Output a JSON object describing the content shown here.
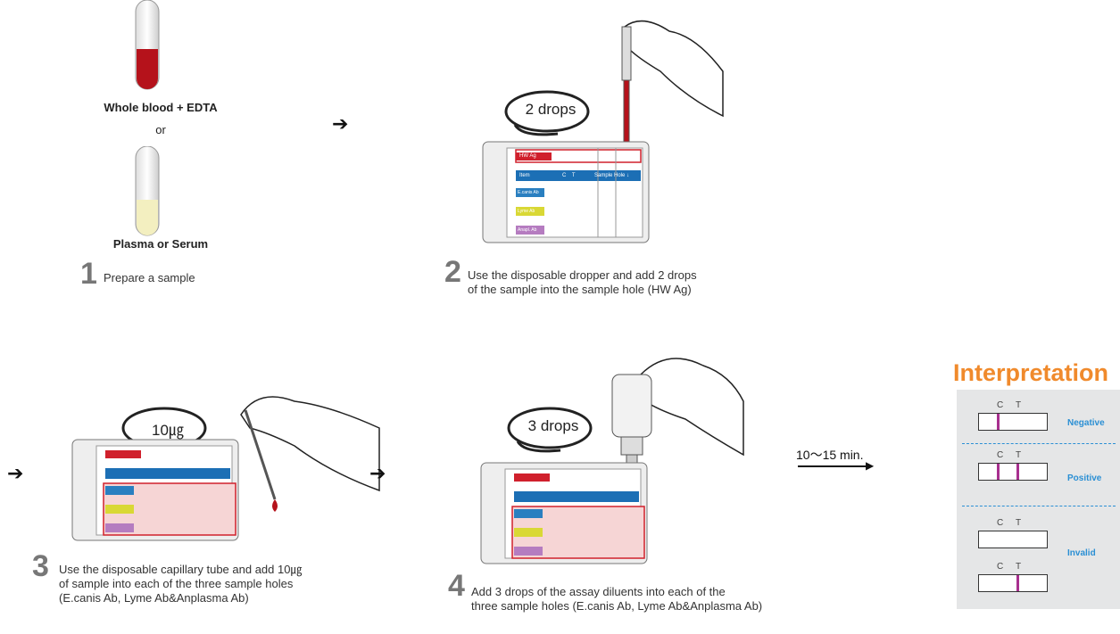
{
  "step1": {
    "tube1_label": "Whole blood + EDTA",
    "or_text": "or",
    "tube2_label": "Plasma or Serum",
    "number": "1",
    "text": "Prepare a sample"
  },
  "step2": {
    "badge": "2 drops",
    "number": "2",
    "text_line1": "Use the disposable dropper and add 2 drops",
    "text_line2": "of the sample into the sample hole (HW Ag)"
  },
  "step3": {
    "badge": "10㎍",
    "number": "3",
    "text_line1": "Use the disposable capillary tube and add 10㎍",
    "text_line2": "of sample into each of the three sample holes",
    "text_line3": "(E.canis Ab, Lyme Ab&Anplasma Ab)"
  },
  "step4": {
    "badge": "3 drops",
    "number": "4",
    "text_line1": "Add 3 drops of the assay diluents into each of the",
    "text_line2": "three sample holes (E.canis Ab, Lyme Ab&Anplasma Ab)"
  },
  "timer": "10〜15 min.",
  "kit_labels": {
    "hw": "HW Ag",
    "item": "Item",
    "ct": "C    T",
    "sample_hole": "Sample Hole ↓",
    "ecanis": "E.canis Ab",
    "lyme": "Lyme Ab",
    "anapl": "Anapl. Ab"
  },
  "interpretation": {
    "title": "Interpretation",
    "c_label": "C",
    "t_label": "T",
    "negative": "Negative",
    "positive": "Positive",
    "invalid": "Invalid"
  },
  "colors": {
    "accent_orange": "#f08a2c",
    "result_blue": "#2a8fd4",
    "line_purple": "#a8308f",
    "blood_red": "#b5121b"
  }
}
